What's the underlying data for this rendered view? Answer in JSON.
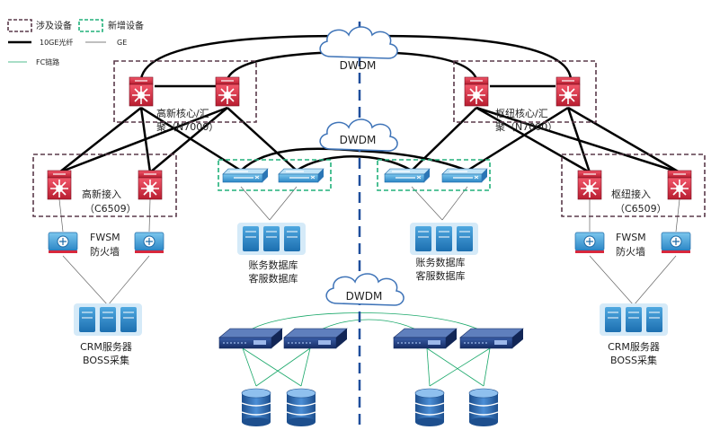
{
  "legend": {
    "involved": "涉及设备",
    "new": "新增设备",
    "fiber_10ge": "10GE光纤",
    "ge": "GE",
    "fc": "FC链路"
  },
  "clouds": {
    "top": "DWDM",
    "middle": "DWDM",
    "bottom": "DWDM"
  },
  "left": {
    "core_label_line1": "高新核心/汇",
    "core_label_line2": "聚（N7000）",
    "access_label_line1": "高新接入",
    "access_label_line2": "（C6509）",
    "fw_label_line1": "FWSM",
    "fw_label_line2": "防火墙",
    "crm_label_line1": "CRM服务器",
    "crm_label_line2": "BOSS采集"
  },
  "right": {
    "core_label_line1": "枢纽核心/汇",
    "core_label_line2": "聚（N7000）",
    "access_label_line1": "枢纽接入",
    "access_label_line2": "（C6509）",
    "fw_label_line1": "FWSM",
    "fw_label_line2": "防火墙",
    "crm_label_line1": "CRM服务器",
    "crm_label_line2": "BOSS采集"
  },
  "center_left": {
    "db_label_line1": "账务数据库",
    "db_label_line2": "客服数据库"
  },
  "center_right": {
    "db_label_line1": "账务数据库",
    "db_label_line2": "客服数据库"
  },
  "colors": {
    "involved_border": "#5a3a4a",
    "new_border": "#21b07a",
    "divider": "#1f4e9c",
    "router_red": "#d8283c",
    "switch_blue": "#2e86c8",
    "storage_navy": "#1c3a78",
    "fc_green": "#1aa86a"
  }
}
